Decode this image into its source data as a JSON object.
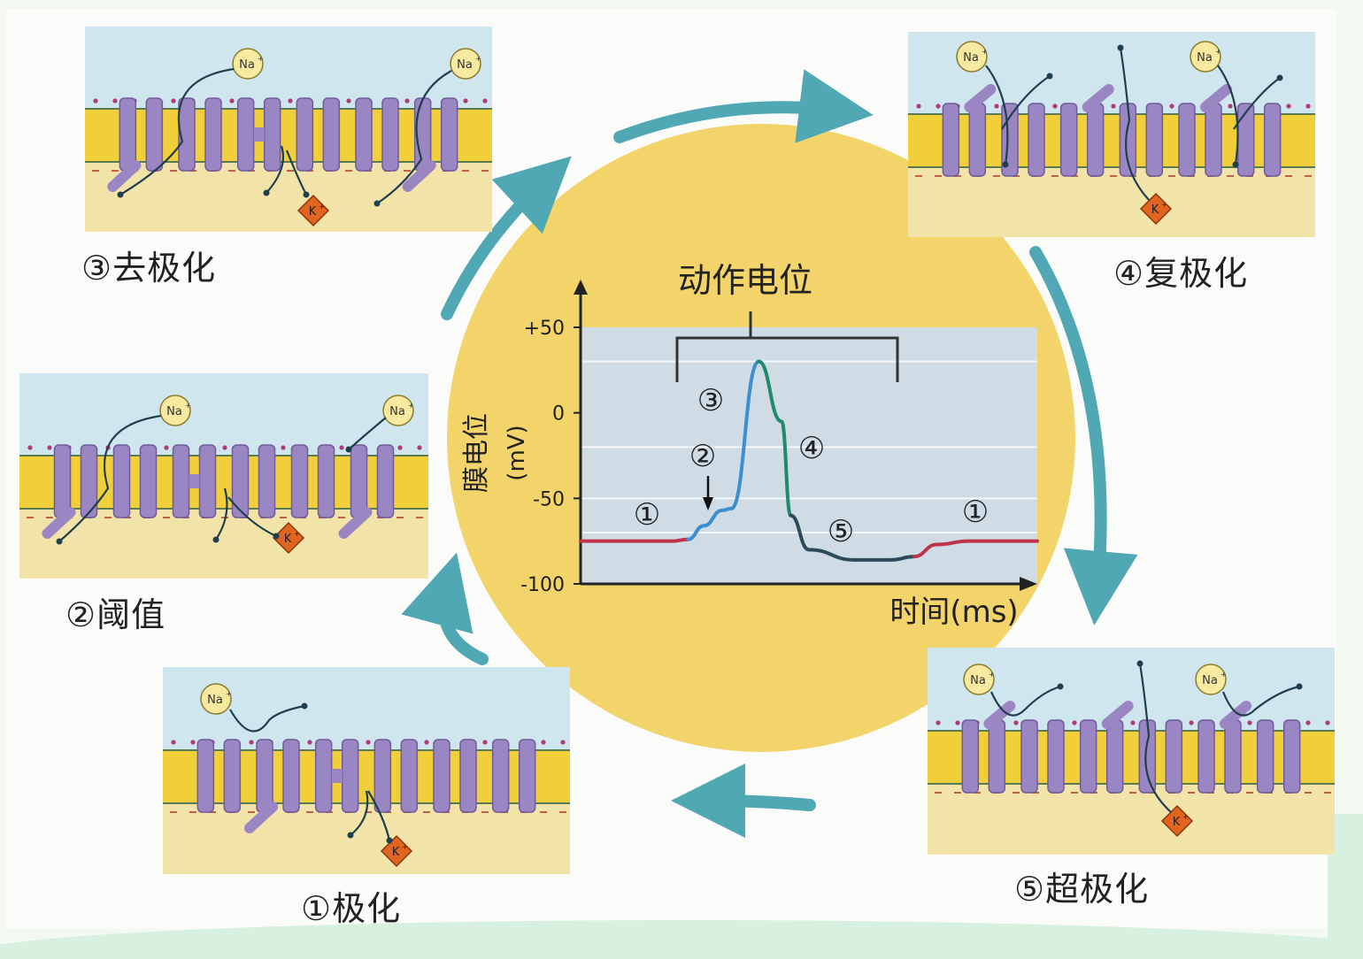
{
  "colors": {
    "extracellular": "#cfe6ee",
    "membrane": "#f0cf3a",
    "intracellular": "#f2e3a8",
    "channel": "#9b86c4",
    "channel_stroke": "#6f5b9a",
    "na_ion": "#f7e9a0",
    "k_ion": "#e2651f",
    "cycle_arrow": "#4fa8b4",
    "center_circle": "#f3d46a",
    "plot_bg": "#cfdce6",
    "curve_rest": "#c0314a",
    "curve_rise": "#3d8fd0",
    "curve_peak": "#1f8a6c"
  },
  "ions": {
    "na_label": "Na",
    "na_charge": "+",
    "k_label": "K",
    "k_charge": "+"
  },
  "stages": {
    "s1": {
      "label": "①极化"
    },
    "s2": {
      "label": "②阈值"
    },
    "s3": {
      "label": "③去极化"
    },
    "s4": {
      "label": "④复极化"
    },
    "s5": {
      "label": "⑤超极化"
    }
  },
  "graph": {
    "title": "动作电位",
    "ylabel_main": "膜电位",
    "ylabel_unit": "(mV)",
    "xlabel": "时间(ms)",
    "marks": [
      "①",
      "②",
      "③",
      "④",
      "⑤",
      "①"
    ]
  },
  "chart_data": {
    "type": "line",
    "title": "动作电位",
    "xlabel": "时间(ms)",
    "ylabel": "膜电位 (mV)",
    "y_ticks": [
      "+50",
      "0",
      "-50",
      "-100"
    ],
    "y_tick_values": [
      50,
      0,
      -50,
      -100
    ],
    "ylim": [
      -100,
      50
    ],
    "grid": false,
    "series": [
      {
        "values_y": [
          -75,
          -75,
          -75,
          -74,
          -66,
          -57,
          -56,
          30,
          -5,
          -60,
          -80,
          -86,
          -86,
          -84,
          -77,
          -75,
          -75
        ]
      }
    ],
    "x_relative": [
      0,
      0.1,
      0.2,
      0.235,
      0.27,
      0.31,
      0.33,
      0.39,
      0.44,
      0.46,
      0.5,
      0.6,
      0.68,
      0.73,
      0.78,
      0.85,
      1.0
    ],
    "phase_labels": [
      "①",
      "②",
      "③",
      "④",
      "⑤",
      "①"
    ]
  }
}
